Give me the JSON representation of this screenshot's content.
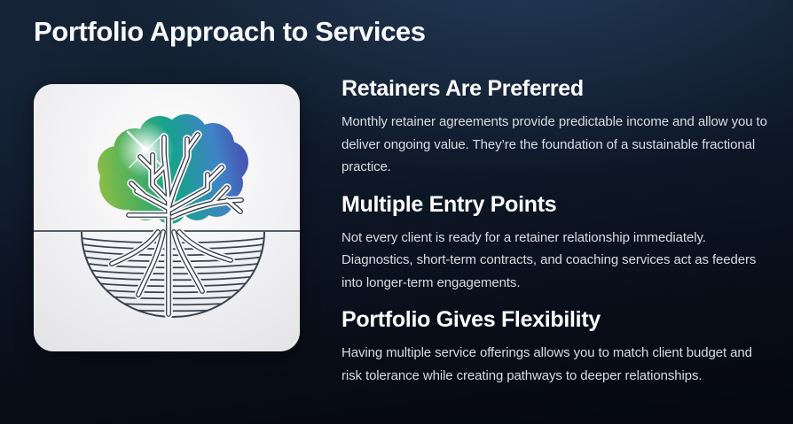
{
  "slide": {
    "title": "Portfolio Approach to Services"
  },
  "sections": [
    {
      "heading": "Retainers Are Preferred",
      "body": "Monthly retainer agreements provide predictable income and allow you to deliver ongoing value. They’re the foundation of a sustainable fractional practice."
    },
    {
      "heading": "Multiple Entry Points",
      "body": "Not every client is ready for a retainer relationship immediately. Diagnostics, short-term contracts, and coaching services act as feeders into longer-term engagements."
    },
    {
      "heading": "Portfolio Gives Flexibility",
      "body": "Having multiple service offerings allows you to match client budget and risk tolerance while creating pathways to deeper relationships."
    }
  ],
  "illustration": {
    "icon": "tree-roots-illustration"
  },
  "colors": {
    "canopy": [
      "#8abd44",
      "#4caf5e",
      "#16a28d",
      "#3f84c6",
      "#4656b4"
    ],
    "card": "#ededef",
    "background_top": "#16283f",
    "background_bottom": "#06080f",
    "heading_text": "#ffffff",
    "body_text": "#d8dce4"
  }
}
